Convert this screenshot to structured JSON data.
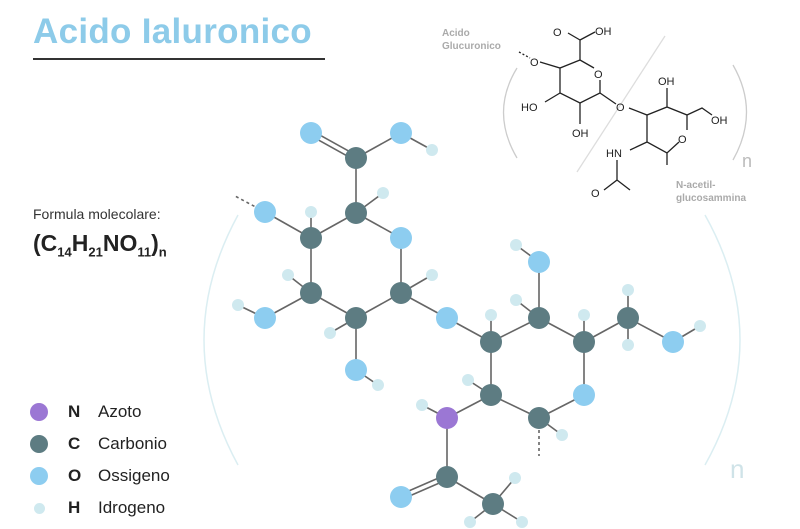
{
  "title": "Acido Ialuronico",
  "formula": {
    "label": "Formula molecolare:",
    "open": "(C",
    "c_count": "14",
    "h": "H",
    "h_count": "21",
    "no": "NO",
    "o_count": "11",
    "close": ")",
    "n": "n"
  },
  "legend": [
    {
      "symbol": "N",
      "name": "Azoto",
      "color": "#9b77d4"
    },
    {
      "symbol": "C",
      "name": "Carbonio",
      "color": "#5d7c82"
    },
    {
      "symbol": "O",
      "name": "Ossigeno",
      "color": "#8dcdf0"
    },
    {
      "symbol": "H",
      "name": "Idrogeno",
      "color": "#cfe9ef"
    }
  ],
  "structural_formula": {
    "unit1_label": [
      "Acido",
      "Glucuronico"
    ],
    "unit2_label": [
      "N-acetil-",
      "glucosammina"
    ],
    "atoms": {
      "o_top": "O",
      "oh_top": "OH",
      "o_left": "O",
      "o_ring1": "O",
      "ho_left": "HO",
      "oh_bottom": "OH",
      "o_link": "O",
      "oh_ring2": "OH",
      "oh_ch2": "OH",
      "o_ring2": "O",
      "hn": "HN",
      "o_acetyl": "O"
    },
    "repeat": "n"
  },
  "model_repeat": "n"
}
